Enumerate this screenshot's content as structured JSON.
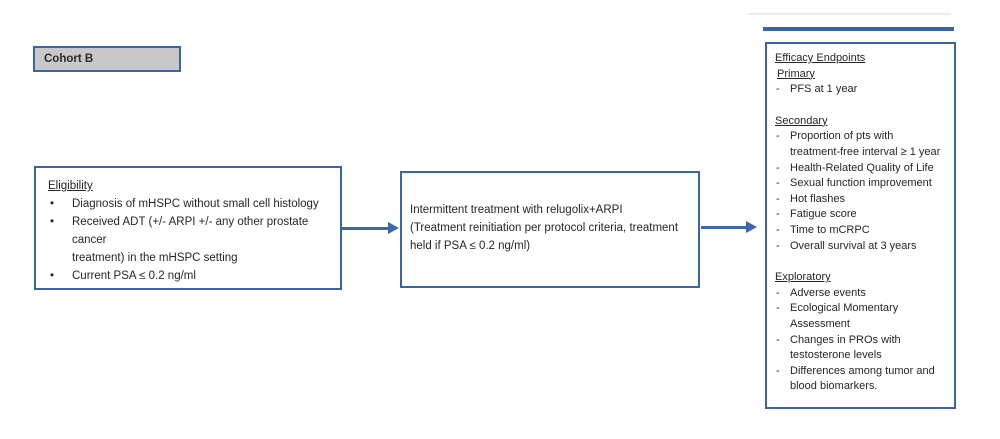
{
  "colors": {
    "border_blue": "#3a64a7",
    "arrow_blue": "#3c68af",
    "cohort_fill": "#c8c8c8",
    "text_color": "#262626"
  },
  "cohort": {
    "label": "Cohort B"
  },
  "eligibility": {
    "heading": "Eligibility",
    "items": [
      [
        "Diagnosis of mHSPC without small cell histology"
      ],
      [
        "Received ADT (+/- ARPI +/- any other prostate cancer",
        "treatment) in the mHSPC setting"
      ],
      [
        "Current PSA ≤ 0.2 ng/ml"
      ]
    ]
  },
  "process": {
    "lines": [
      "Intermittent treatment with relugolix+ARPI",
      "(Treatment reinitiation per protocol criteria, treatment",
      "held if PSA ≤ 0.2 ng/ml)"
    ]
  },
  "endpoints": {
    "title": "Efficacy Endpoints",
    "sections": [
      {
        "heading": "Primary",
        "items": [
          [
            "PFS at 1 year"
          ]
        ]
      },
      {
        "heading": "Secondary",
        "items": [
          [
            "Proportion of pts with",
            "treatment-free interval ≥ 1 year"
          ],
          [
            "Health-Related Quality of Life"
          ],
          [
            "Sexual function improvement"
          ],
          [
            "Hot flashes"
          ],
          [
            "Fatigue score"
          ],
          [
            "Time to mCRPC"
          ],
          [
            "Overall survival at 3 years"
          ]
        ]
      },
      {
        "heading": "Exploratory",
        "items": [
          [
            "Adverse events"
          ],
          [
            "Ecological Momentary",
            "Assessment"
          ],
          [
            "Changes in PROs with",
            "testosterone levels"
          ],
          [
            "Differences among tumor and",
            "blood biomarkers."
          ]
        ]
      }
    ]
  }
}
